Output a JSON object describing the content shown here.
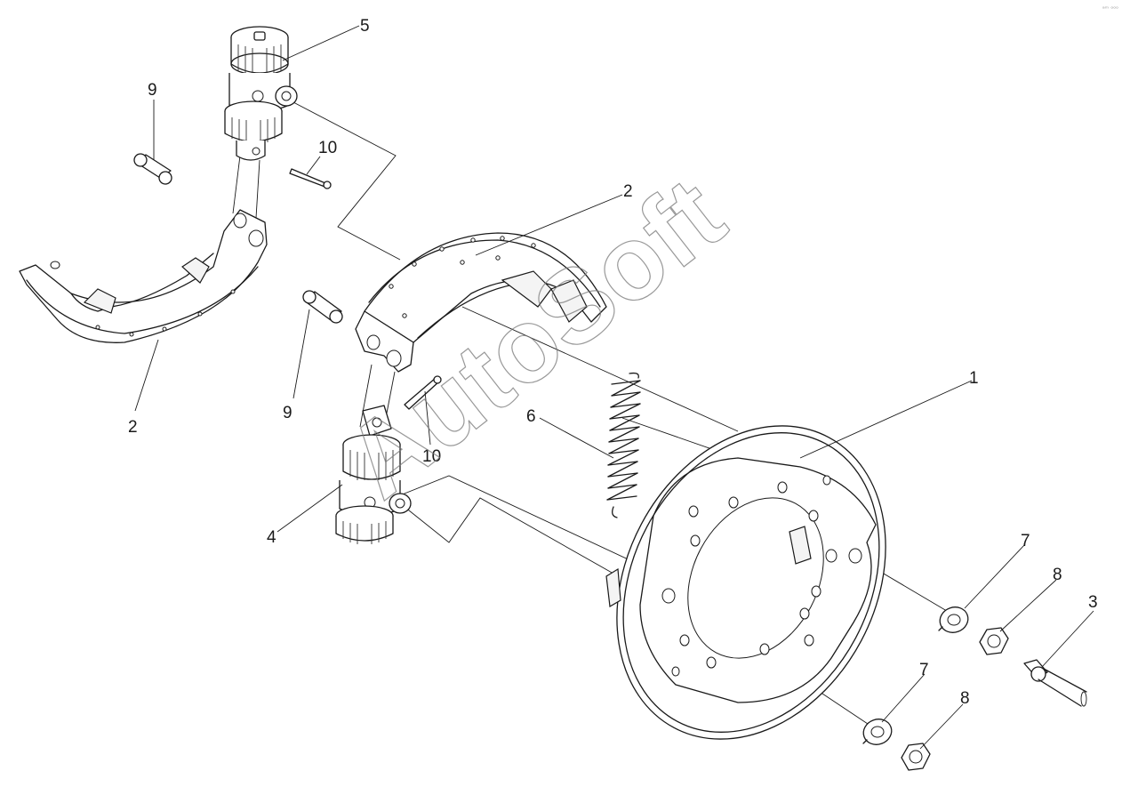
{
  "diagram": {
    "watermark": "AutoSoft",
    "corner_mark": "ᵃᵐ ᵒᵒᵒ",
    "callouts": {
      "c1": "1",
      "c2_upper": "2",
      "c2_lower": "2",
      "c3": "3",
      "c4": "4",
      "c5": "5",
      "c6": "6",
      "c7_upper": "7",
      "c7_lower": "7",
      "c8_upper": "8",
      "c8_lower": "8",
      "c9_upper": "9",
      "c9_lower": "9",
      "c10_upper": "10",
      "c10_lower": "10"
    },
    "colors": {
      "line": "#1a1a1a",
      "watermark": "#777777",
      "paper": "#ffffff"
    }
  }
}
